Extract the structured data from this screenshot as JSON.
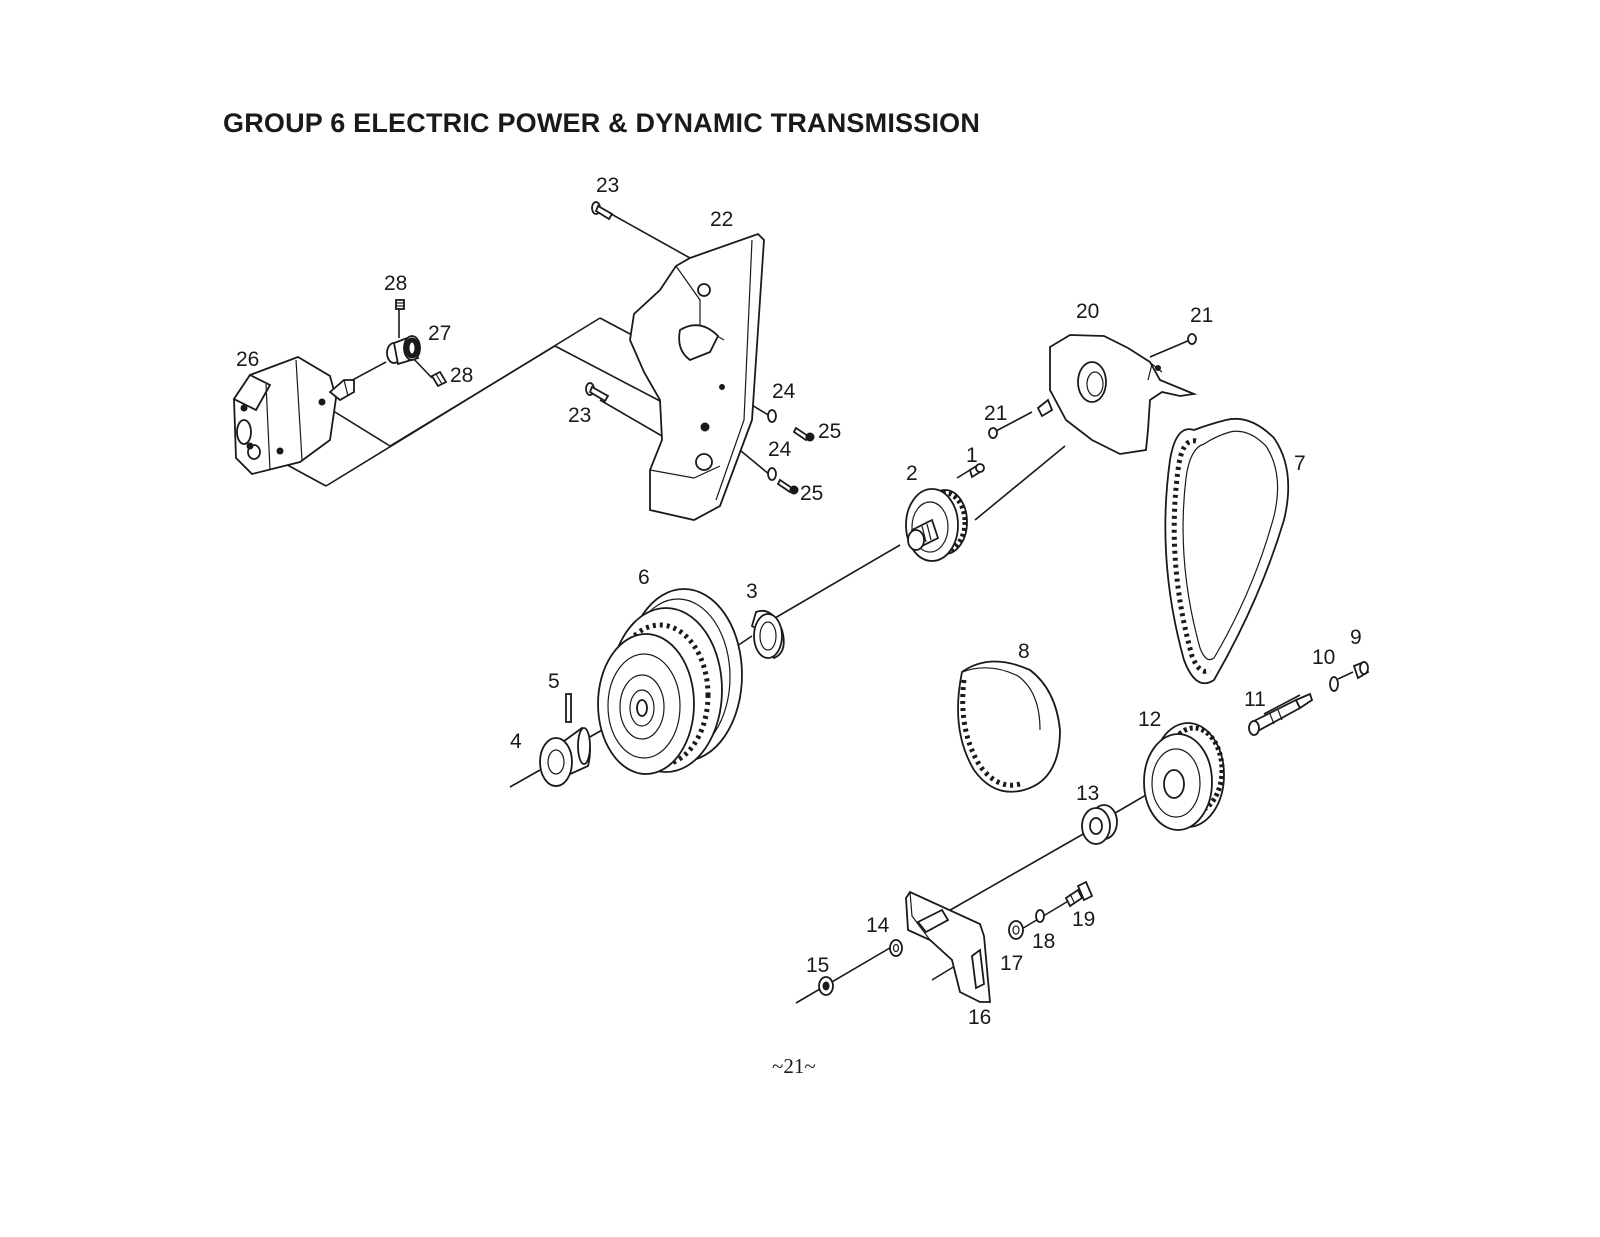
{
  "title": "GROUP 6 ELECTRIC POWER & DYNAMIC TRANSMISSION",
  "page_number": "~21~",
  "callouts": [
    "1",
    "2",
    "3",
    "4",
    "5",
    "6",
    "7",
    "8",
    "9",
    "10",
    "11",
    "12",
    "13",
    "14",
    "15",
    "16",
    "17",
    "18",
    "19",
    "20",
    "21",
    "21",
    "22",
    "23",
    "23",
    "24",
    "24",
    "25",
    "25",
    "26",
    "27",
    "28",
    "28"
  ]
}
